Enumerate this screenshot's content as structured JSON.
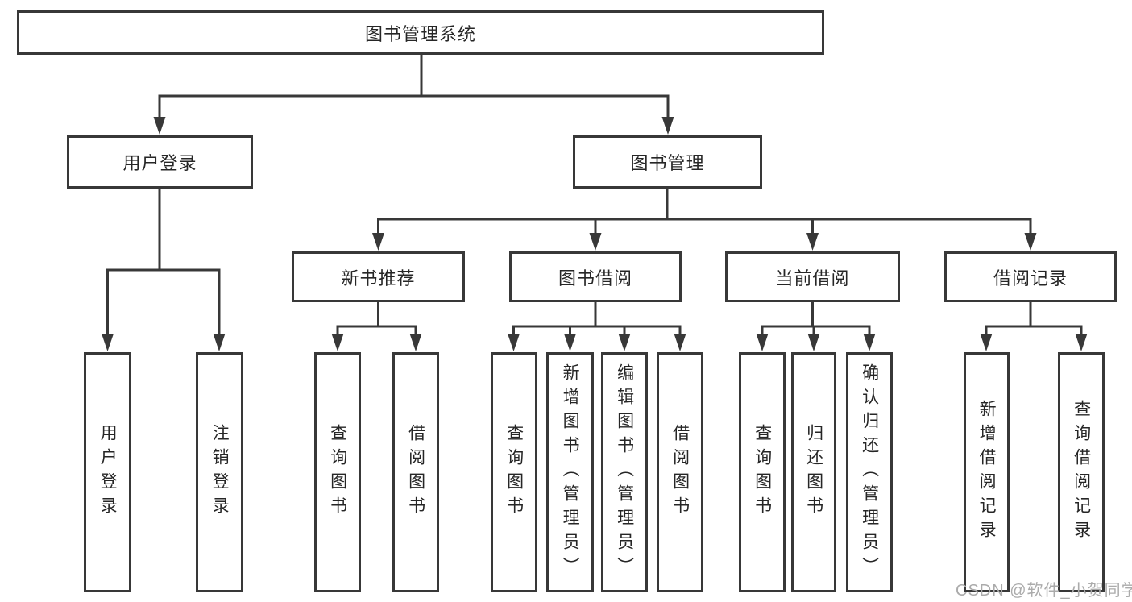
{
  "diagram": {
    "root": {
      "label": "图书管理系统"
    },
    "branches": [
      {
        "label": "用户登录",
        "children": [
          {
            "label": "用户登录"
          },
          {
            "label": "注销登录"
          }
        ]
      },
      {
        "label": "图书管理",
        "children": [
          {
            "label": "新书推荐",
            "children": [
              {
                "label": "查询图书"
              },
              {
                "label": "借阅图书"
              }
            ]
          },
          {
            "label": "图书借阅",
            "children": [
              {
                "label": "查询图书"
              },
              {
                "label": "新增图书（管理员）"
              },
              {
                "label": "编辑图书（管理员）"
              },
              {
                "label": "借阅图书"
              }
            ]
          },
          {
            "label": "当前借阅",
            "children": [
              {
                "label": "查询图书"
              },
              {
                "label": "归还图书"
              },
              {
                "label": "确认归还（管理员）"
              }
            ]
          },
          {
            "label": "借阅记录",
            "children": [
              {
                "label": "新增借阅记录"
              },
              {
                "label": "查询借阅记录"
              }
            ]
          }
        ]
      }
    ]
  },
  "watermark": {
    "text": "CSDN @软件_小贺同学"
  },
  "colors": {
    "line": "#383838",
    "box_border": "#383838",
    "text": "#262626",
    "watermark": "#ababab",
    "background": "#ffffff"
  }
}
